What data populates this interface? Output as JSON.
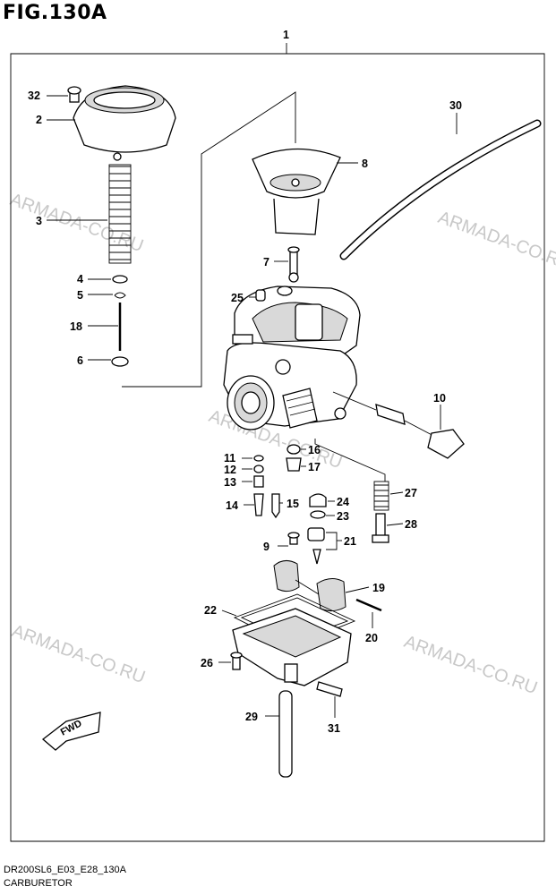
{
  "figure_title": "FIG.130A",
  "footer": {
    "code": "DR200SL6_E03_E28_130A",
    "name": "CARBURETOR"
  },
  "watermark": "ARMADA-CO.RU",
  "forward_marker": "FWD",
  "callouts": {
    "c1": "1",
    "c2": "2",
    "c3": "3",
    "c4": "4",
    "c5": "5",
    "c6": "6",
    "c7": "7",
    "c8": "8",
    "c9": "9",
    "c10": "10",
    "c11": "11",
    "c12": "12",
    "c13": "13",
    "c14": "14",
    "c15": "15",
    "c16": "16",
    "c17": "17",
    "c18": "18",
    "c19": "19",
    "c20": "20",
    "c21": "21",
    "c22": "22",
    "c23": "23",
    "c24": "24",
    "c25": "25",
    "c26": "26",
    "c27": "27",
    "c28": "28",
    "c29": "29",
    "c30": "30",
    "c31": "31",
    "c32": "32"
  }
}
